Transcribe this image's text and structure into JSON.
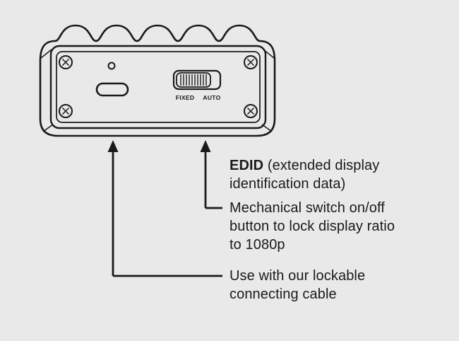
{
  "colors": {
    "ink": "#1a1a1a",
    "bg": "#e9e9e9"
  },
  "diagram": {
    "device": "hdmi-adapter-rear-view",
    "switch": {
      "label_left": "FIXED",
      "label_right": "AUTO"
    }
  },
  "annotations": {
    "edid": {
      "term": "EDID",
      "line1_rest": " (extended display",
      "line2": "identification data)"
    },
    "mechanical_switch": {
      "line1": "Mechanical switch on/off",
      "line2": "button to lock display ratio",
      "line3": "to 1080p"
    },
    "cable": {
      "line1": "Use with our lockable",
      "line2": "connecting cable"
    }
  }
}
